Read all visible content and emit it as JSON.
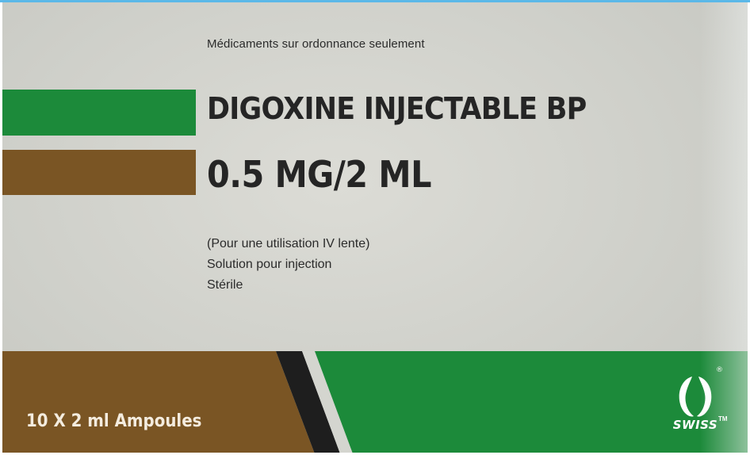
{
  "package": {
    "rx_notice": "Médicaments sur ordonnance seulement",
    "product_name": "DIGOXINE INJECTABLE BP",
    "strength": "0.5 MG/2 ML",
    "info_lines": [
      "(Pour une utilisation IV lente)",
      "Solution pour injection",
      "Stérile"
    ],
    "pack_size": "10 X 2 ml Ampoules",
    "brand": "SWISS",
    "trademark": "TM",
    "registered": "®"
  },
  "colors": {
    "green": "#1c8a3a",
    "brown": "#7a5524",
    "box": "#d4d5cf",
    "text": "#252525"
  }
}
